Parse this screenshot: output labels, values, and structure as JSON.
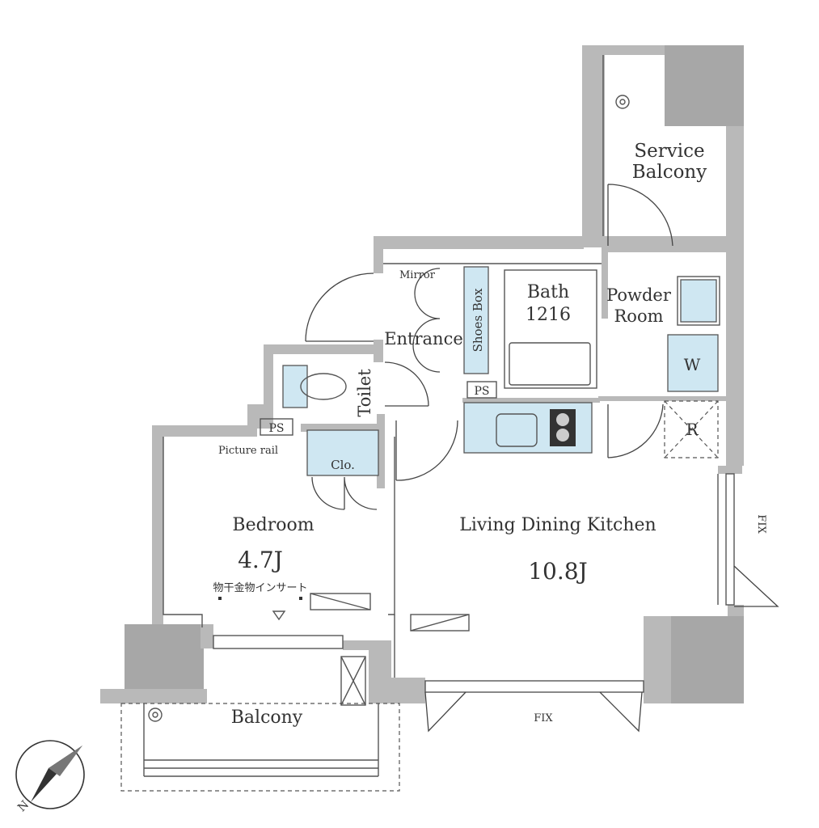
{
  "rooms": {
    "service_balcony": "Service\nBalcony",
    "service_balcony_l1": "Service",
    "service_balcony_l2": "Balcony",
    "bath_l1": "Bath",
    "bath_l2": "1216",
    "powder_l1": "Powder",
    "powder_l2": "Room",
    "entrance": "Entrance",
    "toilet": "Toilet",
    "bedroom": "Bedroom",
    "bedroom_size": "4.7J",
    "ldk": "Living Dining Kitchen",
    "ldk_size": "10.8J",
    "balcony": "Balcony"
  },
  "fixtures": {
    "mirror": "Mirror",
    "shoes_box": "Shoes Box",
    "ps_entrance": "PS",
    "ps_bedroom": "PS",
    "picture_rail": "Picture rail",
    "closet": "Clo.",
    "washer": "W",
    "fridge": "R",
    "drying_hardware": "物干金物インサート"
  },
  "windows": {
    "fix_right": "FIX",
    "fix_bottom": "FIX"
  },
  "compass": {
    "north_label": "N"
  },
  "colors": {
    "wall": "#b9b9b9",
    "column": "#a7a7a7",
    "fixture_fill": "#cfe7f2",
    "text": "#333333"
  }
}
